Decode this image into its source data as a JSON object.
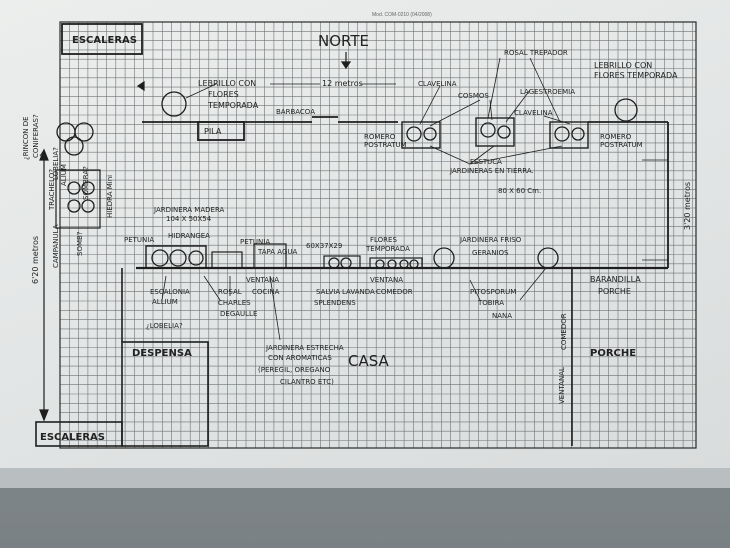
{
  "form_id": "Mod. COM-0210 (04/2008)",
  "labels": {
    "norte": "NORTE",
    "escaleras_top": "ESCALERAS",
    "escaleras_bottom": "ESCALERAS",
    "lebrillo_left_1": "LEBRILLO CON",
    "lebrillo_left_2": "FLORES",
    "lebrillo_left_3": "TEMPORADA",
    "lebrillo_right_1": "LEBRILLO CON",
    "lebrillo_right_2": "FLORES TEMPORADA",
    "metros_12": "12 metros",
    "barbacoa": "BARBACOA",
    "pila": "PILA",
    "rosal_trepador": "ROSAL TREPADOR",
    "clavelina_1": "CLAVELINA",
    "clavelina_2": "CLAVELINA",
    "cosmos": "COSMOS",
    "lagerstroemia": "LAGESTROEMIA",
    "romero_left_1": "ROMERO",
    "romero_left_2": "POSTRATUM",
    "romero_right_1": "ROMERO",
    "romero_right_2": "POSTRATUM",
    "festuca": "FESTUCA",
    "jardineras_tierra": "JARDINERAS EN TIERRA.",
    "size_80x60": "80 X 60 Cm.",
    "rincon_1": "¿RINCON DE",
    "rincon_2": "CONIFERAS?",
    "lobelia_top": "LOBELIA?",
    "triango_label": "TRACHELO?",
    "alium_top": "ALIUM",
    "sombra_label": "SOMBRA?",
    "hiedra_mini": "HIEDRA Mini",
    "metros_6_20": "6'20 metros",
    "campanula": "CAMPANULA",
    "somb_label": "SOMB?",
    "jardinera_madera_1": "JARDINERA MADERA",
    "jardinera_madera_2": "104 X 50X54",
    "petunia_1": "PETUNIA",
    "hydrangea": "HIDRANGEA",
    "petunia_2": "PETUNIA",
    "tapa_agua": "TAPA AGUA",
    "size_60x37": "60X37X29",
    "flores_temporada_1": "FLORES",
    "flores_temporada_2": "TEMPORADA",
    "jardinera_friso_1": "JARDINERA FRISO",
    "jardinera_friso_2": "GERANIOS",
    "ventana_cocina_1": "VENTANA",
    "ventana_cocina_2": "COCINA",
    "ventana_comedor_1": "VENTANA",
    "ventana_comedor_2": "COMEDOR",
    "escalonia_1": "ESCALONIA",
    "escalonia_2": "ALLIUM",
    "lobelia_q": "¿LOBELIA?",
    "rosal_charles_1": "ROSAL",
    "rosal_charles_2": "CHARLES",
    "rosal_charles_3": "DEGAULLE",
    "salvia_1": "SALVIA",
    "salvia_2": "SPLENDENS",
    "lavanda": "LAVANDA",
    "pittosporum_1": "PITOSPORUM",
    "pittosporum_2": "TOBIRA",
    "pittosporum_3": "NANA",
    "barandilla_1": "BARANDILLA",
    "barandilla_2": "PORCHE",
    "metros_3_20": "3'20 metros",
    "despensa": "DESPENSA",
    "jardinera_estrecha_1": "JARDINERA ESTRECHA",
    "jardinera_estrecha_2": "CON AROMATICAS",
    "jardinera_estrecha_3": "(PEREGIL, OREGANO",
    "jardinera_estrecha_4": "CILANTRO ETC)",
    "casa": "CASA",
    "porche": "PORCHE",
    "ventanal": "VENTANAL",
    "comedor_v": "COMEDOR"
  },
  "colors": {
    "grid_line": "#5a5f62",
    "ink": "#1e1e1e",
    "paper": "#e6e8e8"
  }
}
